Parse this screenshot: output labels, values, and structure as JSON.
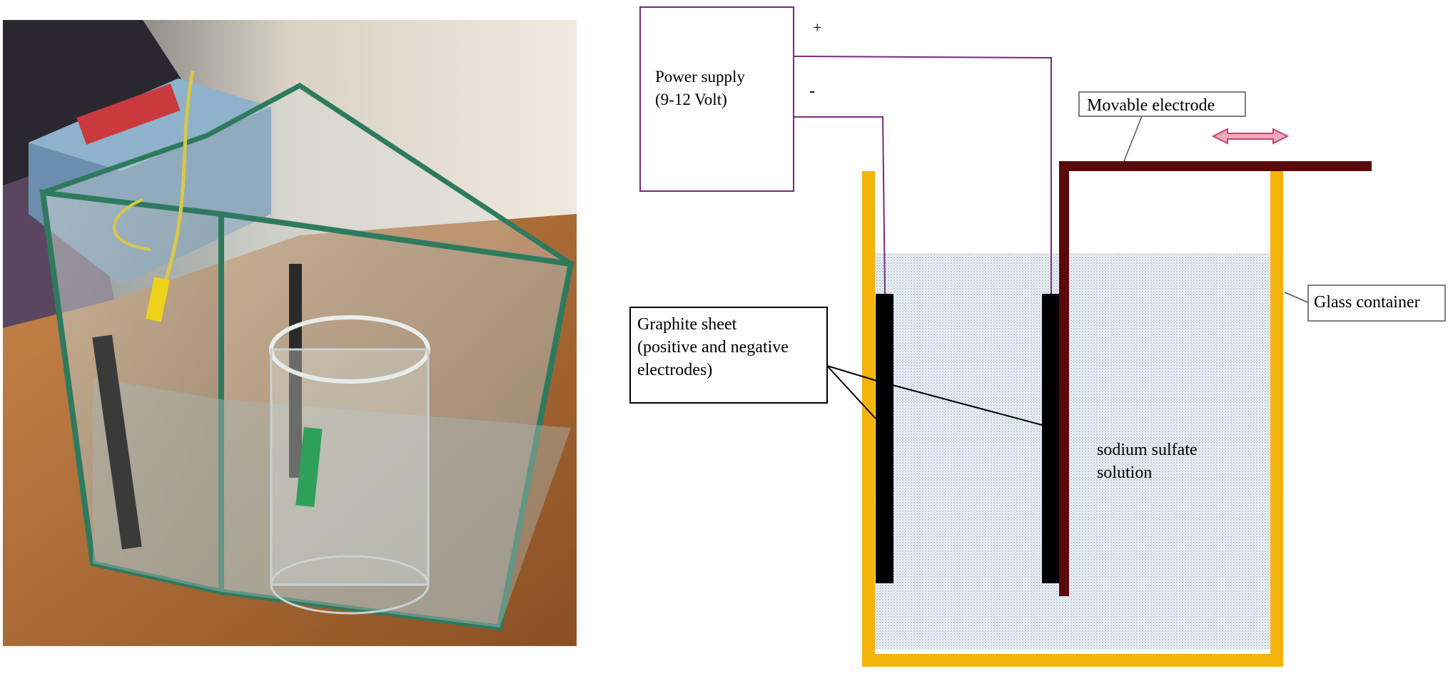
{
  "photo": {
    "description_icon": "experimental-setup-photo"
  },
  "diagram": {
    "power_supply_line1": "Power supply",
    "power_supply_line2": "(9-12 Volt)",
    "plus_sign": "+",
    "minus_sign": "-",
    "movable_electrode_label": "Movable electrode",
    "glass_container_label": "Glass container",
    "graphite_line1": "Graphite sheet",
    "graphite_line2": "(positive and negative",
    "graphite_line3": "electrodes)",
    "solution_line1": "sodium sulfate",
    "solution_line2": "solution"
  },
  "colors": {
    "wire": "#7a2a7a",
    "container": "#f5b40b",
    "electrode_holder": "#5a0a0a",
    "graphite": "#000000",
    "arrow": "#e87a9a",
    "solution": "#d9e2ea"
  }
}
